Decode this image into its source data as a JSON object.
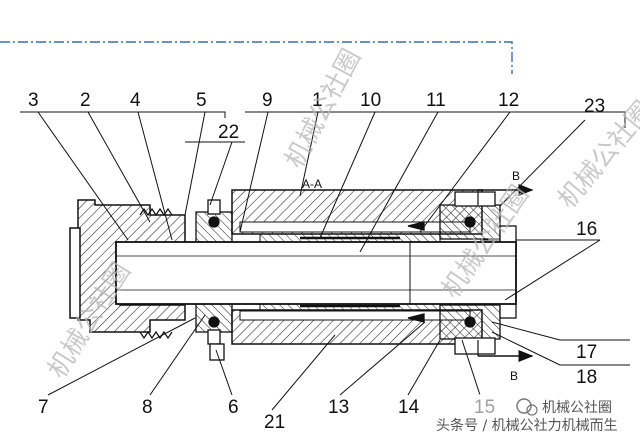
{
  "diagram": {
    "part_labels": [
      "3",
      "2",
      "4",
      "5",
      "9",
      "1",
      "10",
      "11",
      "12",
      "23",
      "22",
      "16",
      "17",
      "18",
      "7",
      "8",
      "6",
      "21",
      "13",
      "14",
      "15"
    ],
    "section_label": "A-A",
    "view_marker_top": "B",
    "view_marker_bottom": "B"
  },
  "watermarks": [
    "机械公社圈",
    "机械公社圈",
    "机械公社圈",
    "机械公社圈"
  ],
  "footer": {
    "credit": "头条号 / 机械公社力机械而生",
    "account_name": "机械公社圈"
  }
}
